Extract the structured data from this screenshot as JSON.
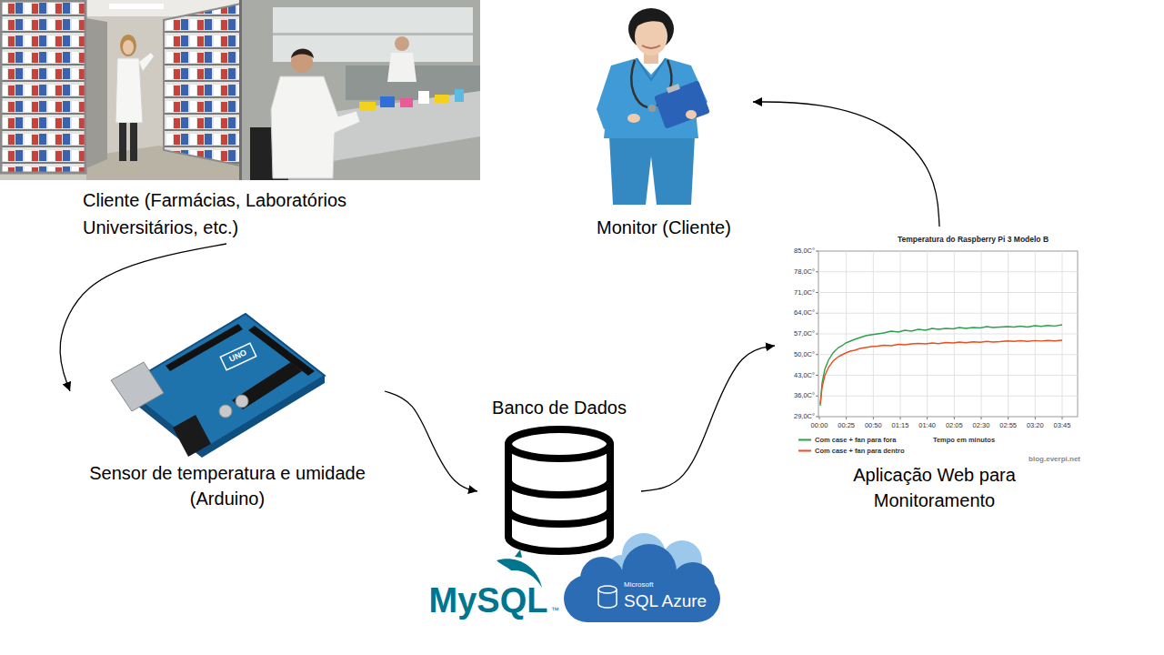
{
  "diagram": {
    "nodes": [
      {
        "text": [
          "Cliente (Farmácias, Laboratórios Universitários, etc.)"
        ]
      },
      {
        "text": [
          "Sensor de temperatura e umidade (Arduino)"
        ]
      },
      {
        "text": [
          "Banco de Dados"
        ]
      },
      {
        "text": [
          "Aplicação Web para Monitoramento"
        ]
      },
      {
        "text": [
          "Monitor (Cliente)"
        ]
      }
    ],
    "edges": [
      {
        "from": 0,
        "to": 1,
        "arrow": "to"
      },
      {
        "from": 1,
        "to": 2,
        "arrow": "to"
      },
      {
        "from": 2,
        "to": 3,
        "arrow": "to"
      },
      {
        "from": 3,
        "to": 4,
        "arrow": "to"
      }
    ],
    "labels": [
      "Temperatura do Raspberry Pi 3 Modelo B",
      "85,0C°",
      "78,0C°",
      "71,0C°",
      "64,0C°",
      "57,0C°",
      "50,0C°",
      "43,0C°",
      "36,0C°",
      "29,0C°",
      "00:00",
      "00:25",
      "00:50",
      "01:15",
      "01:40",
      "02:05",
      "02:30",
      "02:55",
      "03:20",
      "03:45",
      "Tempo em minutos",
      "blog.everpi.net",
      "MySQL",
      "™",
      "Microsoft",
      "SQL Azure",
      "UNO"
    ],
    "legend": [
      {
        "text": "Com case + fan para fora"
      },
      {
        "text": "Com case + fan para dentro"
      }
    ]
  }
}
